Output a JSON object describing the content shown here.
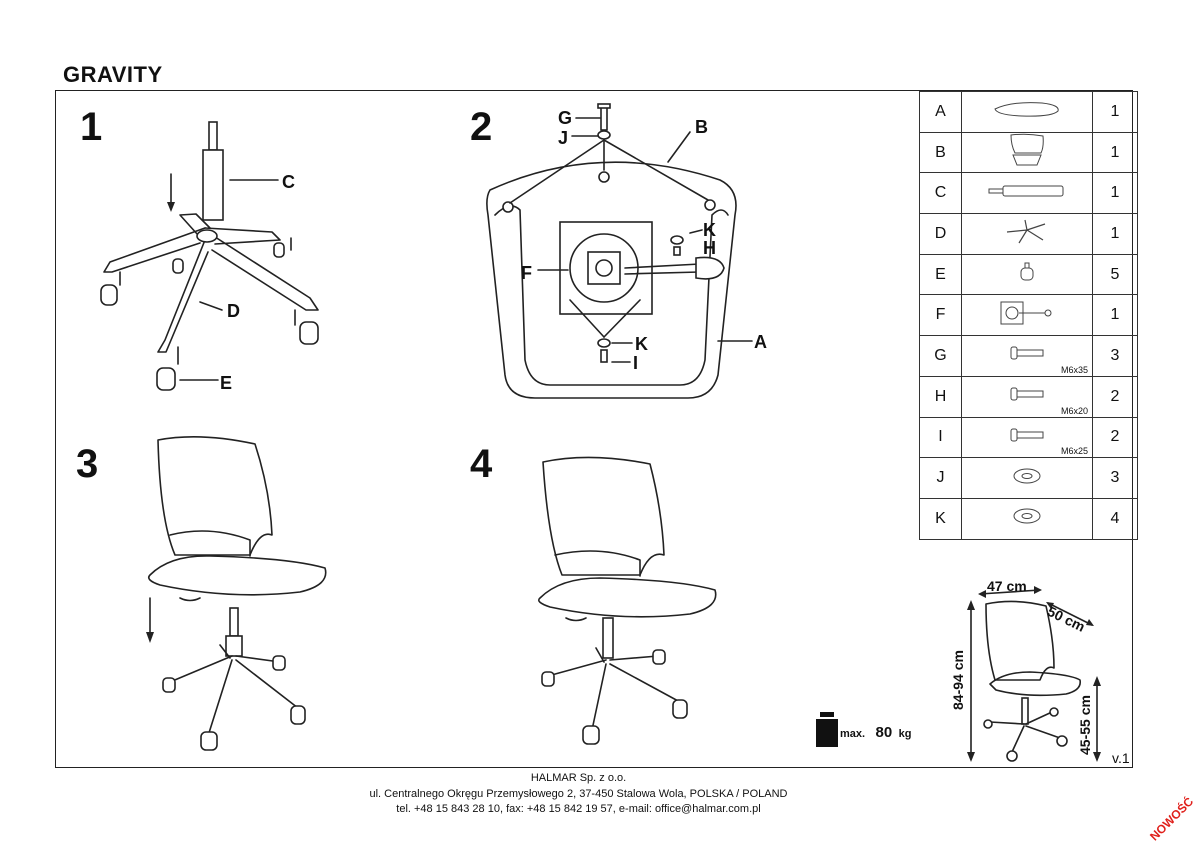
{
  "title": "GRAVITY",
  "steps": [
    "1",
    "2",
    "3",
    "4"
  ],
  "labels": {
    "C": "C",
    "D": "D",
    "E": "E",
    "G": "G",
    "J": "J",
    "B": "B",
    "K1": "K",
    "H": "H",
    "F": "F",
    "A": "A",
    "K2": "K",
    "I": "I"
  },
  "parts": [
    {
      "letter": "A",
      "qty": "1",
      "icon": "seat-icon",
      "spec": ""
    },
    {
      "letter": "B",
      "qty": "1",
      "icon": "backrest-icon",
      "spec": ""
    },
    {
      "letter": "C",
      "qty": "1",
      "icon": "gas-lift-icon",
      "spec": ""
    },
    {
      "letter": "D",
      "qty": "1",
      "icon": "star-base-icon",
      "spec": ""
    },
    {
      "letter": "E",
      "qty": "5",
      "icon": "caster-icon",
      "spec": ""
    },
    {
      "letter": "F",
      "qty": "1",
      "icon": "mechanism-icon",
      "spec": ""
    },
    {
      "letter": "G",
      "qty": "3",
      "icon": "bolt-icon",
      "spec": "M6x35"
    },
    {
      "letter": "H",
      "qty": "2",
      "icon": "bolt-icon",
      "spec": "M6x20"
    },
    {
      "letter": "I",
      "qty": "2",
      "icon": "bolt-icon",
      "spec": "M6x25"
    },
    {
      "letter": "J",
      "qty": "3",
      "icon": "washer-icon",
      "spec": ""
    },
    {
      "letter": "K",
      "qty": "4",
      "icon": "washer-icon",
      "spec": ""
    }
  ],
  "dimensions": {
    "width": "47 cm",
    "depth": "50 cm",
    "height": "84-94 cm",
    "seat_height": "45-55 cm"
  },
  "max_load": {
    "prefix": "max.",
    "value": "80",
    "unit": "kg"
  },
  "version": "v.1",
  "footer": {
    "company": "HALMAR Sp. z o.o.",
    "address": "ul. Centralnego Okręgu Przemysłowego 2, 37-450 Stalowa Wola, POLSKA / POLAND",
    "contact": "tel. +48 15 843 28 10, fax: +48 15 842 19 57, e-mail: office@halmar.com.pl"
  },
  "badge": "NOWOŚĆ"
}
